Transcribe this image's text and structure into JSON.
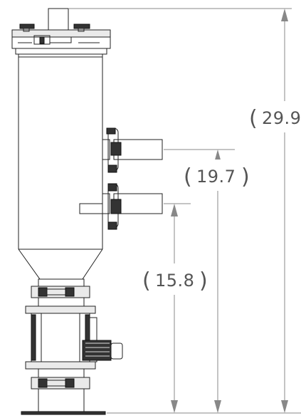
{
  "dimensions": {
    "overall": {
      "open": "(",
      "value": "29.9",
      "close": ""
    },
    "middle": {
      "open": "(",
      "value": "19.7",
      "close": ")"
    },
    "lower": {
      "open": "(",
      "value": "15.8",
      "close": ")"
    }
  },
  "colors": {
    "line": "#222222",
    "dimension": "#888888",
    "text": "#555555"
  }
}
